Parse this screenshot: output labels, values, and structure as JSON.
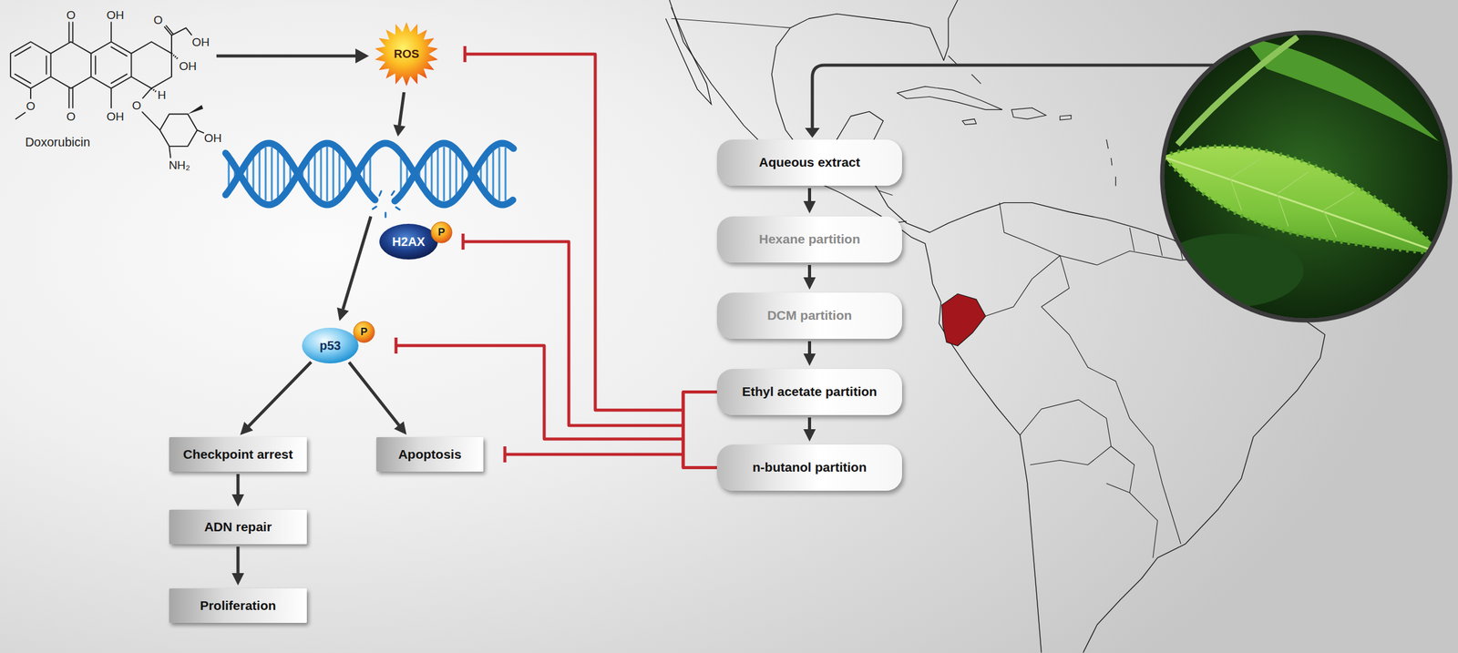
{
  "diagram": {
    "nodes": [
      {
        "text": [
          "ROS"
        ]
      },
      {
        "text": [
          "H2AX"
        ]
      },
      {
        "text": [
          "P"
        ],
        "in": 1
      },
      {
        "text": [
          "p53"
        ]
      },
      {
        "text": [
          "P"
        ],
        "in": 3
      },
      {
        "text": [
          "Checkpoint arrest"
        ]
      },
      {
        "text": [
          "ADN repair"
        ]
      },
      {
        "text": [
          "Proliferation"
        ]
      },
      {
        "text": [
          "Apoptosis"
        ]
      },
      {
        "text": [
          "Aqueous extract"
        ]
      },
      {
        "text": [
          "Hexane partition"
        ]
      },
      {
        "text": [
          "DCM partition"
        ]
      },
      {
        "text": [
          "Ethyl acetate partition"
        ]
      },
      {
        "text": [
          "n-butanol partition"
        ]
      }
    ],
    "edges": [
      {
        "from": 3,
        "to": 5,
        "arrow": "to"
      },
      {
        "from": 3,
        "to": 8,
        "arrow": "to"
      },
      {
        "from": 5,
        "to": 6,
        "arrow": "to"
      },
      {
        "from": 6,
        "to": 7,
        "arrow": "to"
      },
      {
        "from": 9,
        "to": 10,
        "arrow": "to"
      },
      {
        "from": 10,
        "to": 11,
        "arrow": "to"
      },
      {
        "from": 11,
        "to": 12,
        "arrow": "to"
      },
      {
        "from": 12,
        "to": 13,
        "arrow": "to"
      },
      {
        "from": 12,
        "to": 0,
        "arrow": "to"
      },
      {
        "from": 12,
        "to": 1,
        "arrow": "to"
      },
      {
        "from": 12,
        "to": 3,
        "arrow": "to"
      },
      {
        "from": 12,
        "to": 8,
        "arrow": "to"
      },
      {
        "from": 13,
        "to": 0,
        "arrow": "to"
      },
      {
        "from": 13,
        "to": 1,
        "arrow": "to"
      },
      {
        "from": 13,
        "to": 3,
        "arrow": "to"
      },
      {
        "from": 13,
        "to": 8,
        "arrow": "to"
      }
    ],
    "labels": [
      "Doxorubicin",
      "O",
      "OH",
      "O",
      "OH",
      "OH",
      "O",
      "OH",
      "O",
      "H",
      "O",
      "OH",
      "NH₂"
    ]
  }
}
